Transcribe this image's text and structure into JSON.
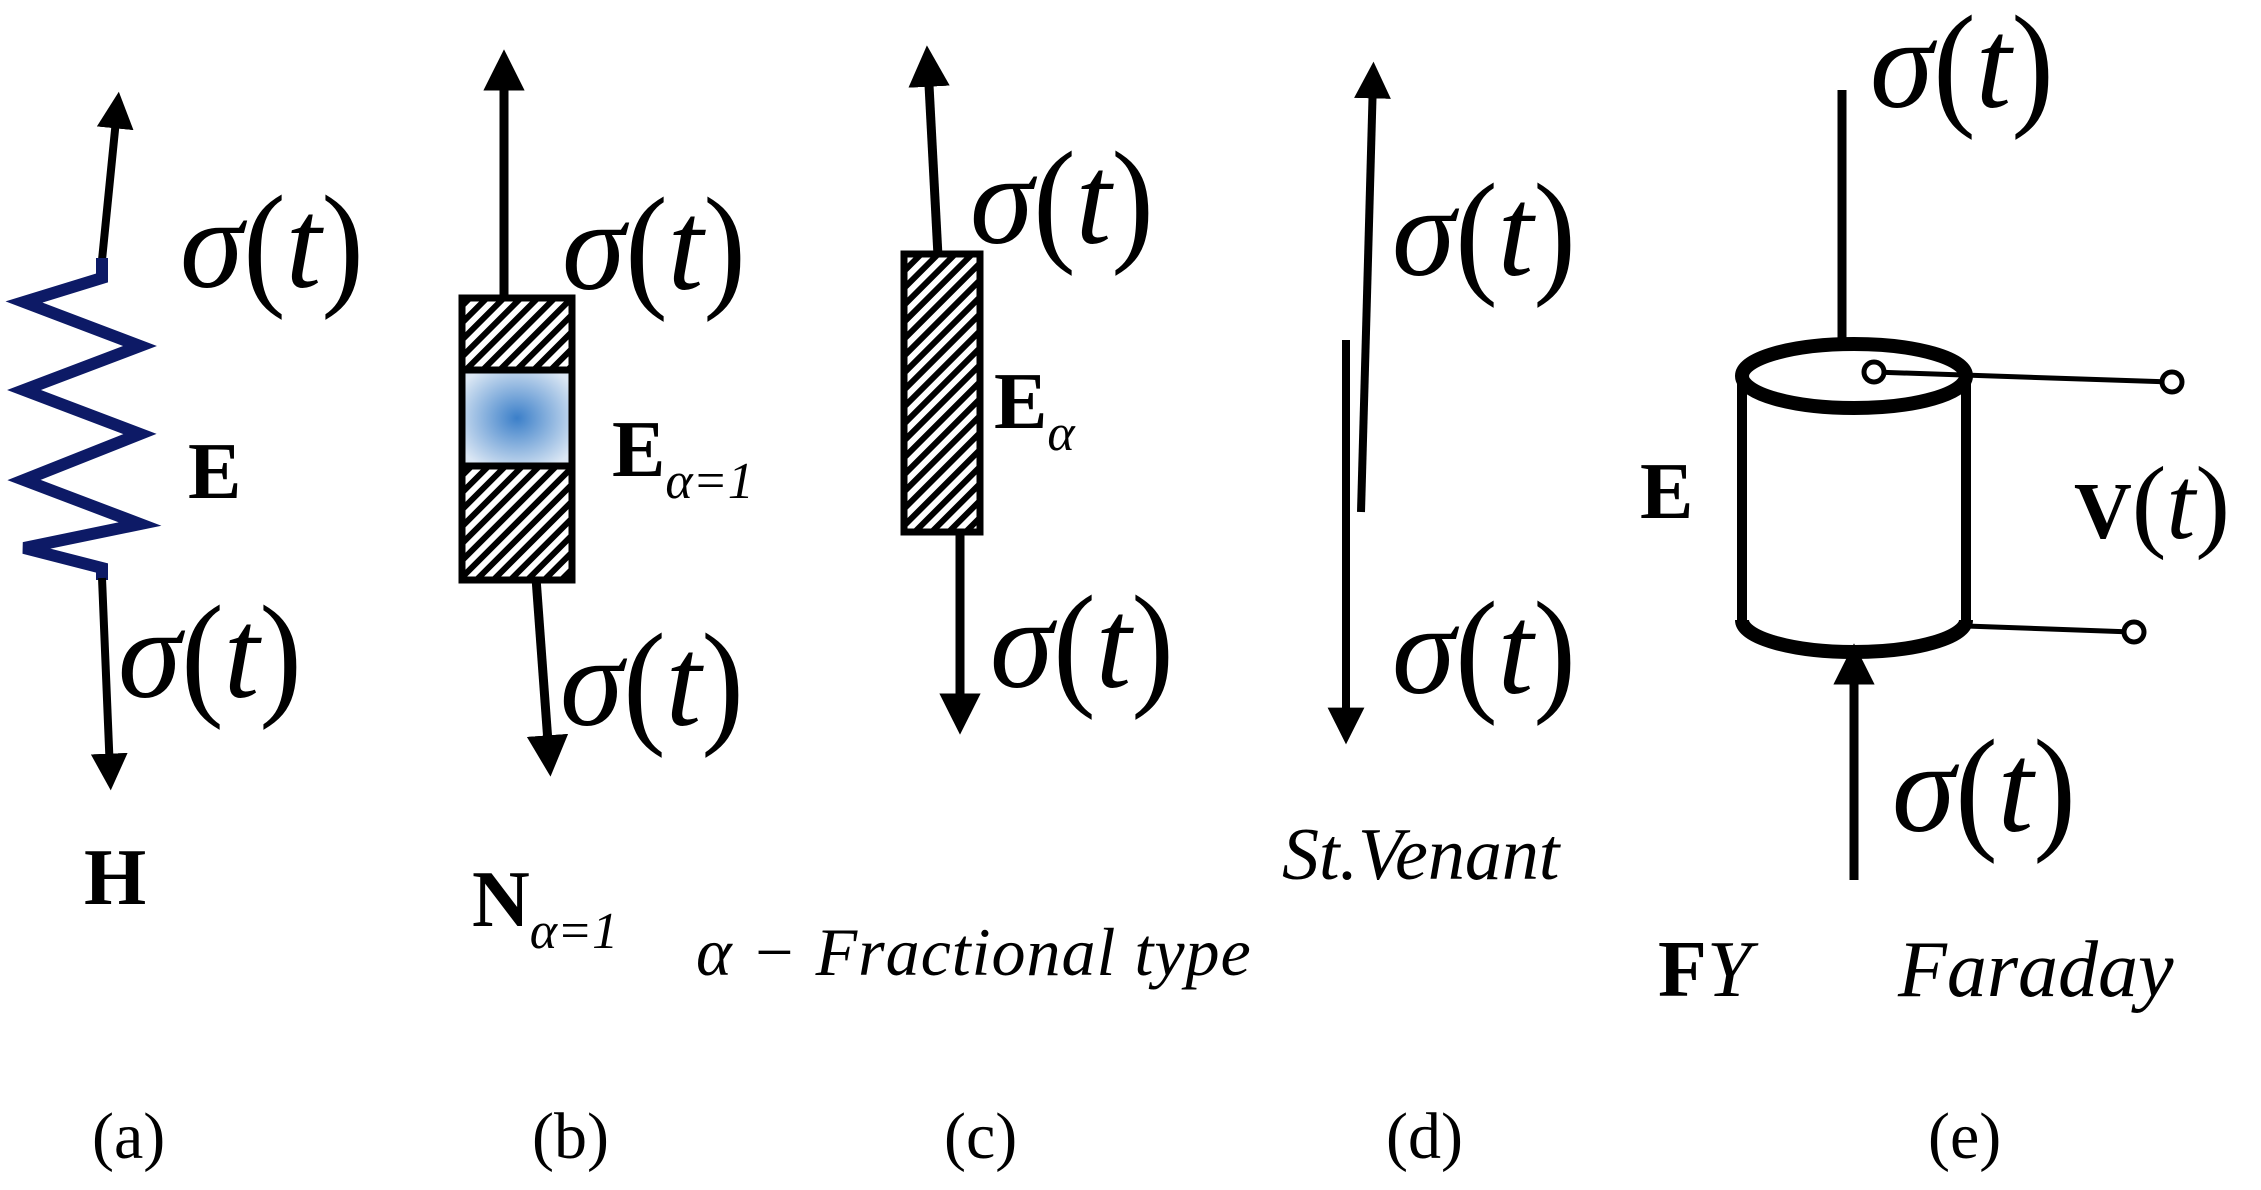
{
  "colors": {
    "ink": "#000000",
    "spring": "#0d1a66",
    "newton_center": "#3b7fc9",
    "newton_edge": "#dbe7f4"
  },
  "sigma_label": "σ",
  "time_label": "t",
  "elements": {
    "a": {
      "modulus": "E",
      "name": "H",
      "caption": "(a)"
    },
    "b": {
      "modulus": "E",
      "modulus_sub": "α=1",
      "name": "N",
      "name_sub": "α=1",
      "caption": "(b)"
    },
    "c": {
      "modulus": "E",
      "modulus_sub": "α",
      "type_label": "α − Fractional  type",
      "caption": "(c)"
    },
    "d": {
      "name": "St.Venant",
      "caption": "(d)"
    },
    "e": {
      "modulus": "E",
      "voltage": "V",
      "name_bold": "F",
      "name_ital": "Y",
      "name_extra": "Faraday",
      "caption": "(e)"
    }
  }
}
